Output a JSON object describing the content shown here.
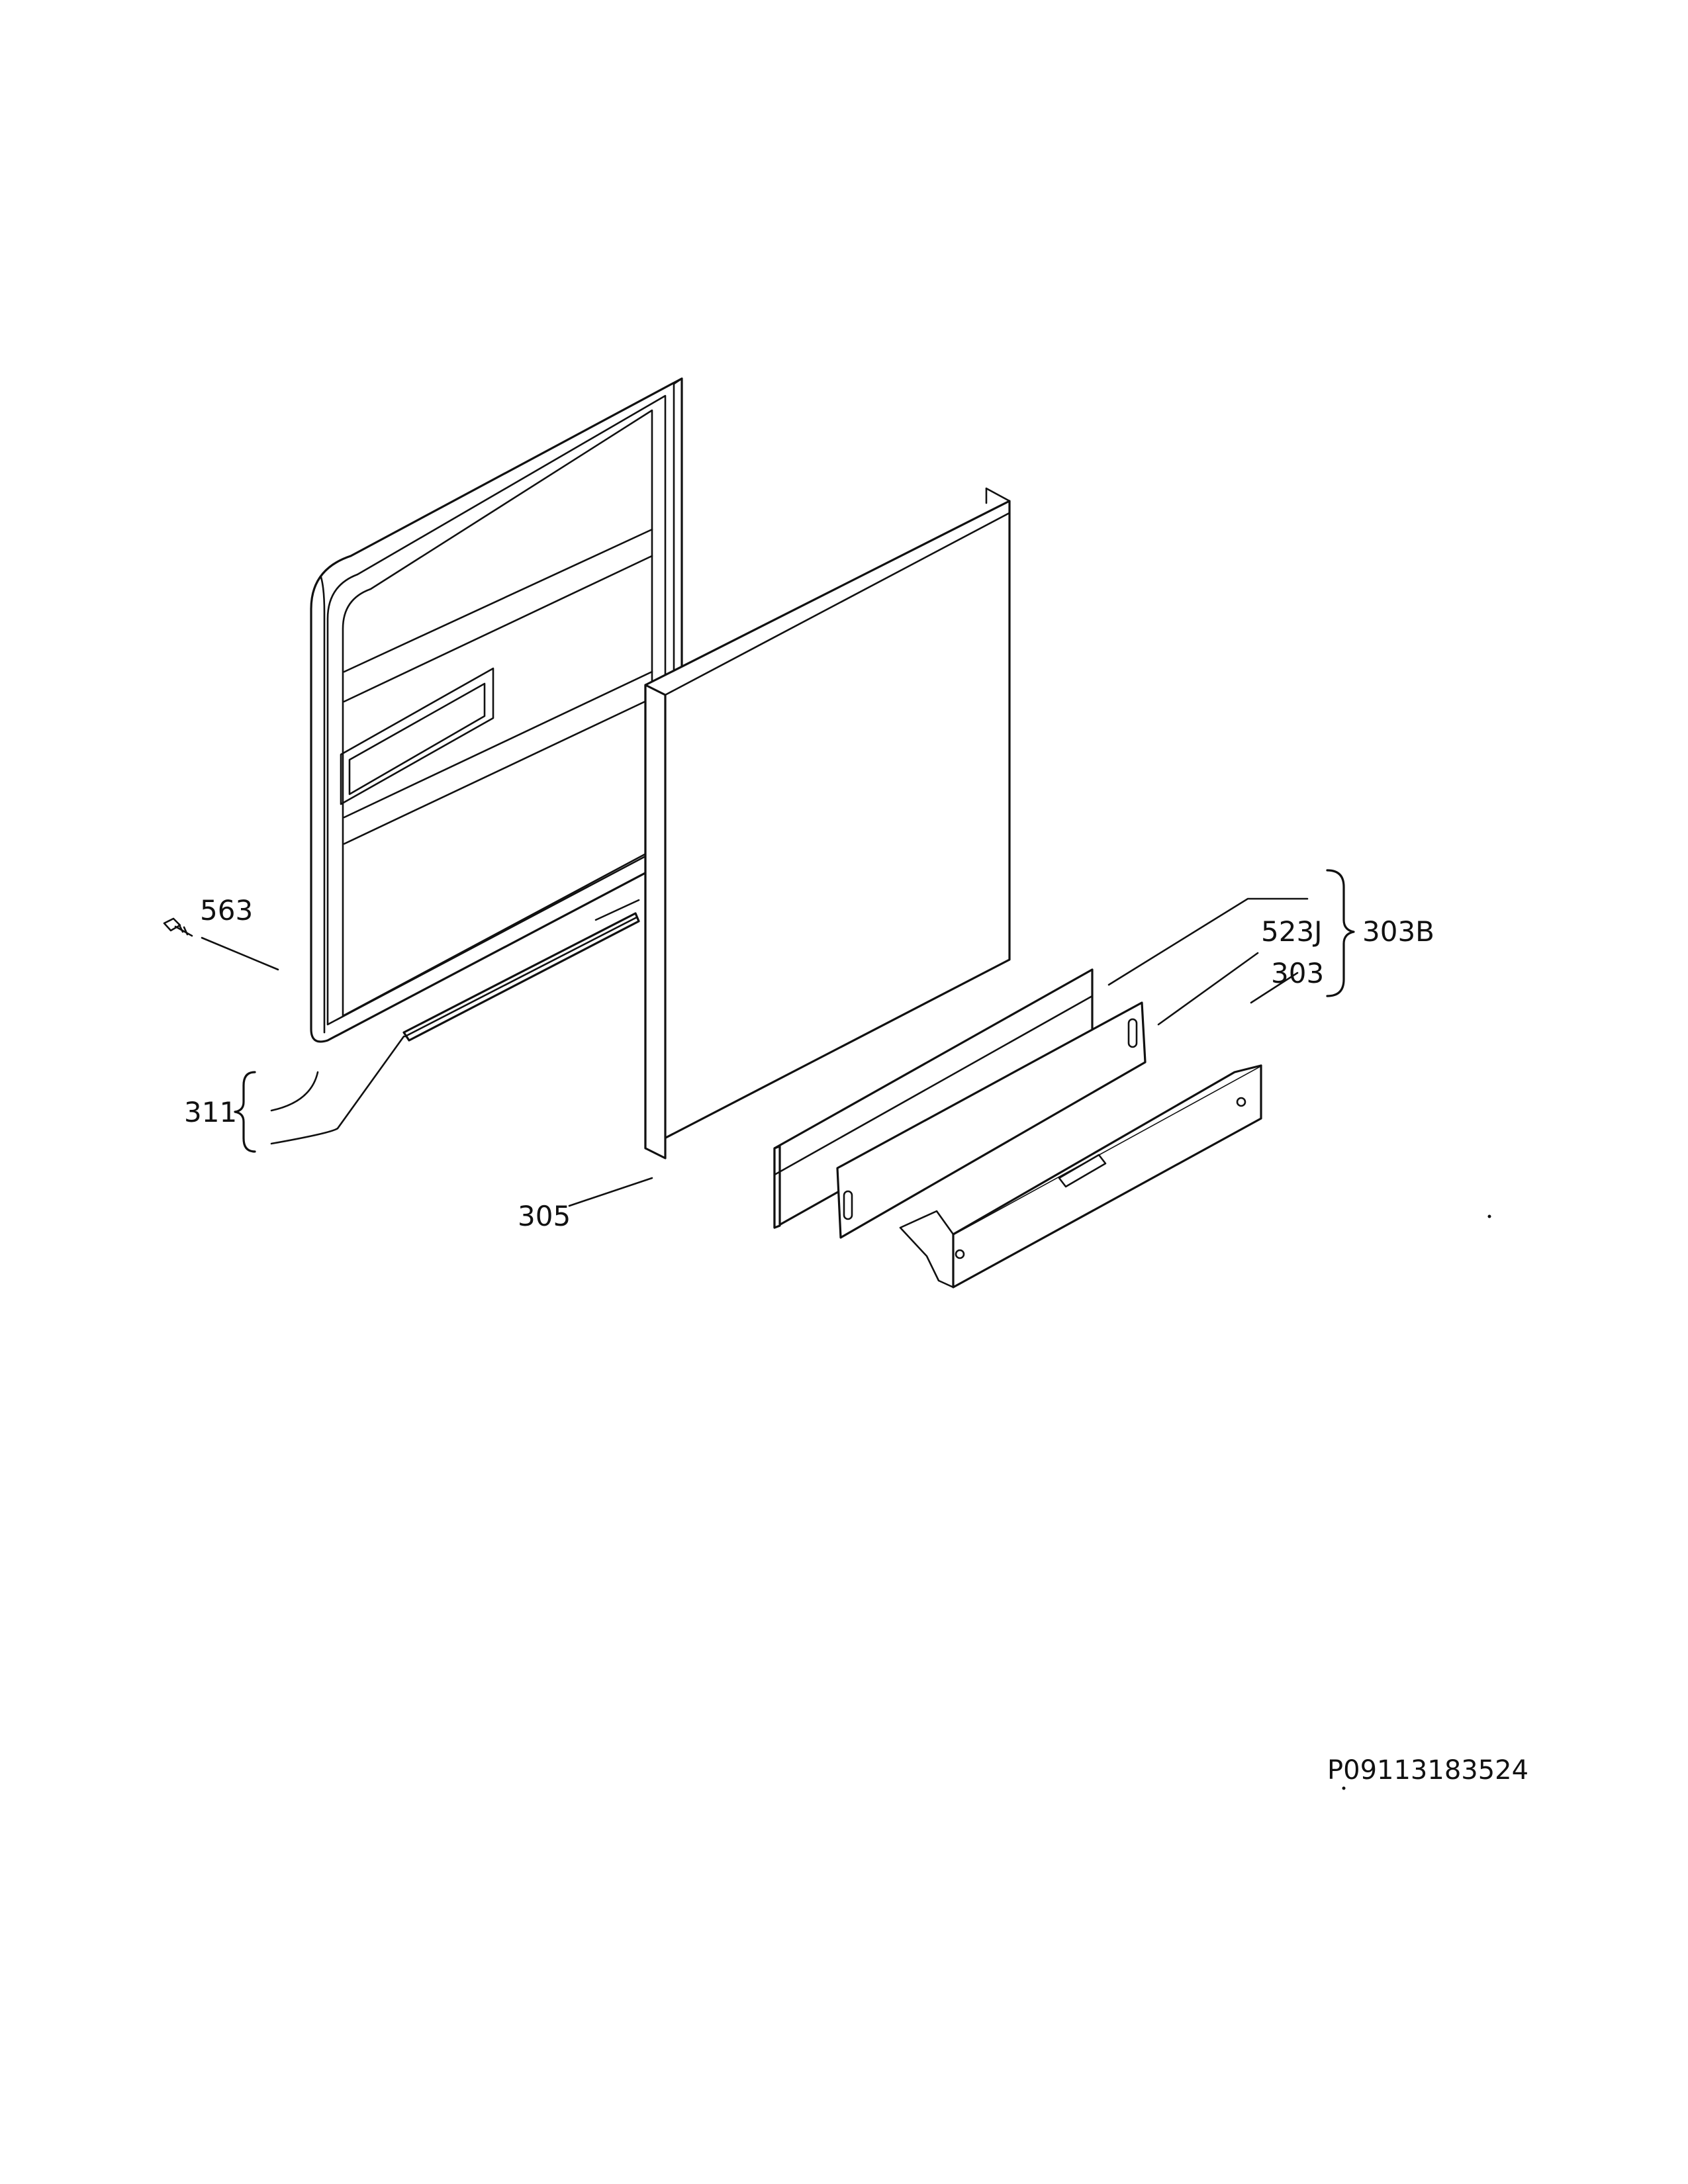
{
  "diagram": {
    "callouts": {
      "c563": "563",
      "c311": "311",
      "c305": "305",
      "c523j": "523J",
      "c303": "303",
      "c303b": "303B"
    },
    "reference_code": "P09113183524"
  }
}
